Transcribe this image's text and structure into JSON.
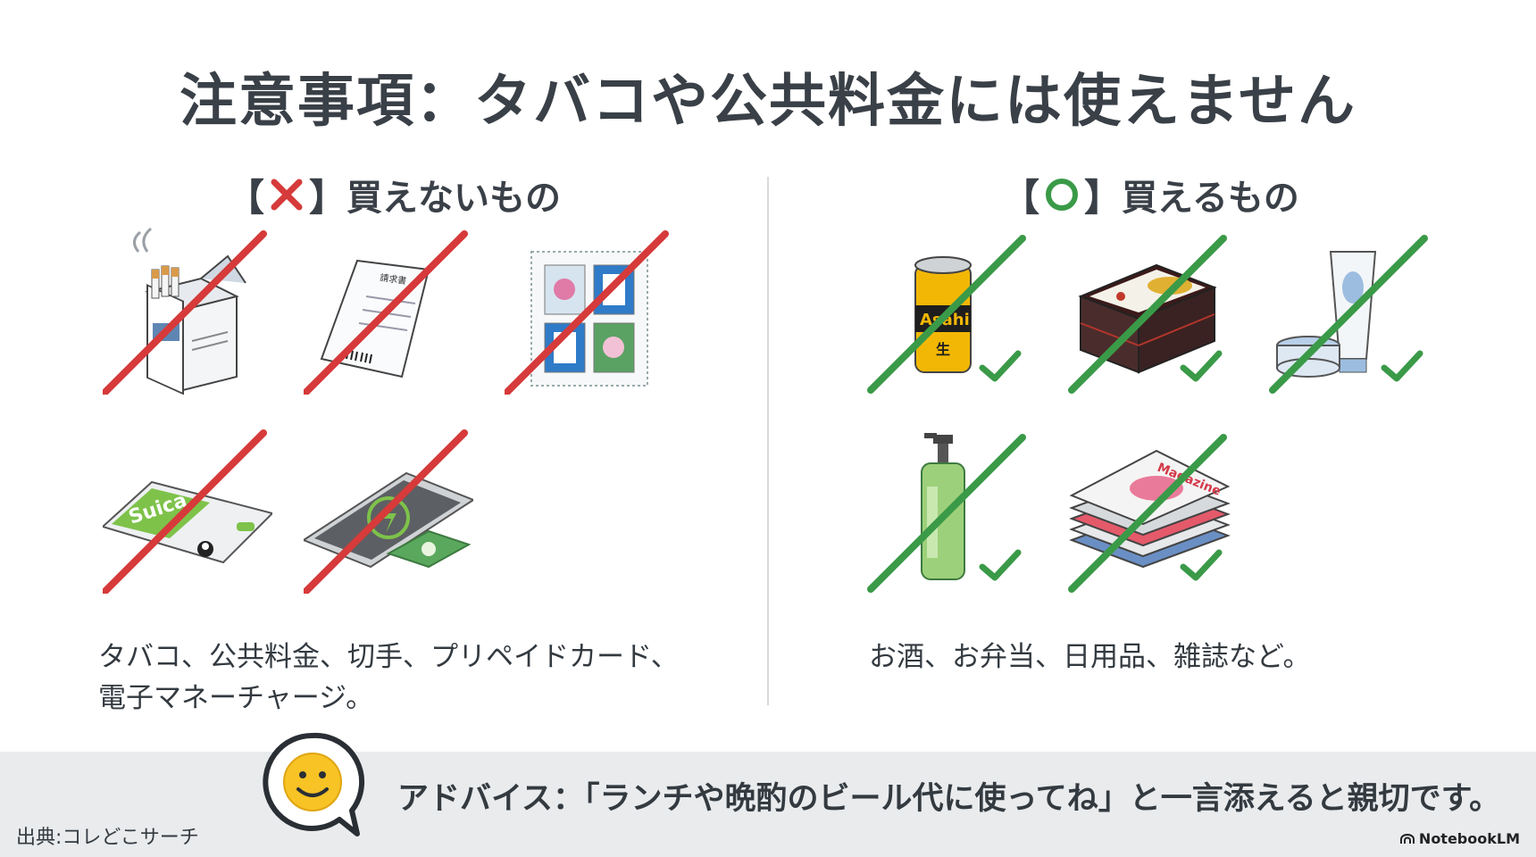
{
  "title": "注意事項：タバコや公共料金には使えません",
  "cannot_buy": {
    "bracket_open": "【",
    "bracket_close": "】",
    "heading": "買えないもの",
    "items": [
      {
        "icon": "cigarette-pack-icon",
        "status": "prohibited"
      },
      {
        "icon": "utility-bill-icon",
        "status": "prohibited",
        "label": "請求書"
      },
      {
        "icon": "postage-stamps-icon",
        "status": "prohibited"
      },
      {
        "icon": "prepaid-card-icon",
        "status": "prohibited",
        "label": "Suica"
      },
      {
        "icon": "smartphone-charge-icon",
        "status": "prohibited"
      }
    ],
    "caption_line1": "タバコ、公共料金、切手、プリペイドカード、",
    "caption_line2": "電子マネーチャージ。",
    "color": "#d63a3a"
  },
  "can_buy": {
    "bracket_open": "【",
    "bracket_close": "】",
    "heading": "買えるもの",
    "items": [
      {
        "icon": "beer-can-icon",
        "status": "allowed",
        "label": "Asahi",
        "sublabel": "生"
      },
      {
        "icon": "bento-box-icon",
        "status": "allowed"
      },
      {
        "icon": "skincare-icon",
        "status": "allowed"
      },
      {
        "icon": "pump-bottle-icon",
        "status": "allowed"
      },
      {
        "icon": "magazines-icon",
        "status": "allowed",
        "label": "Magazine"
      }
    ],
    "caption": "お酒、お弁当、日用品、雑誌など。",
    "color": "#3a9a48"
  },
  "advice": "アドバイス：「ランチや晩酌のビール代に使ってね」と一言添えると親切です。",
  "source": "出典:コレどこサーチ",
  "brand": "NotebookLM"
}
